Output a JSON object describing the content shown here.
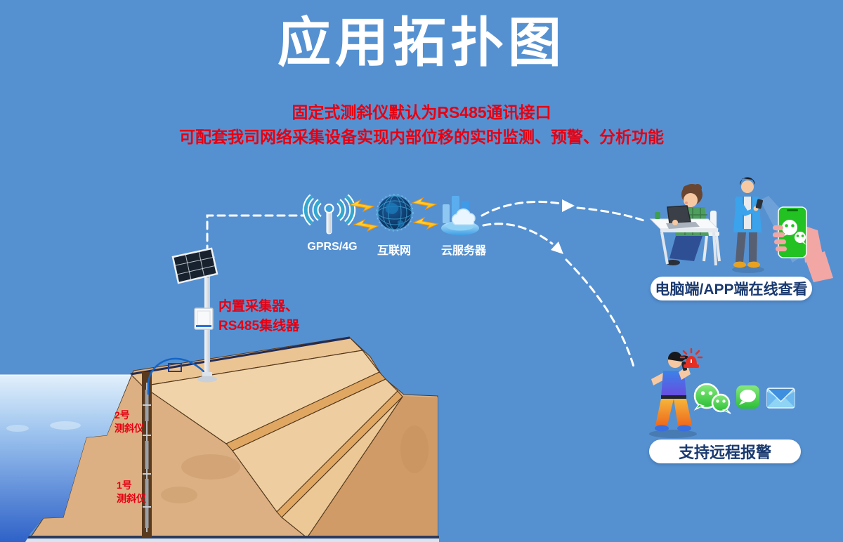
{
  "header": {
    "title": "应用拓扑图",
    "subtitle1": "固定式测斜仪默认为RS485通讯接口",
    "subtitle2": "可配套我司网络采集设备实现内部位移的实时监测、预警、分析功能"
  },
  "network": {
    "nodes": [
      {
        "label": "GPRS/4G",
        "icon": "antenna-icon"
      },
      {
        "label": "互联网",
        "icon": "globe-icon"
      },
      {
        "label": "云服务器",
        "icon": "cloud-server-icon"
      }
    ]
  },
  "station": {
    "label_line1": "内置采集器、",
    "label_line2": "RS485集线器"
  },
  "inclinometers": [
    {
      "no": "2号",
      "name": "测斜仪"
    },
    {
      "no": "1号",
      "name": "测斜仪"
    }
  ],
  "callouts": {
    "pc_app": "电脑端/APP端在线查看",
    "remote_alarm": "支持远程报警"
  },
  "icons": [
    "antenna-icon",
    "globe-icon",
    "cloud-server-icon",
    "lightning-icon",
    "solar-panel-icon",
    "siren-icon",
    "wechat-icon",
    "imessage-icon",
    "mail-icon"
  ],
  "colors": {
    "sky": "#5591d1",
    "accent_red": "#e60012",
    "callout_text": "#1a3a70",
    "sand_light": "#eccb9e",
    "sand_dark": "#d09b66",
    "water_deep": "#2f62c8",
    "wechat_green": "#3dc93d",
    "bolt_yellow": "#ffd21e"
  }
}
